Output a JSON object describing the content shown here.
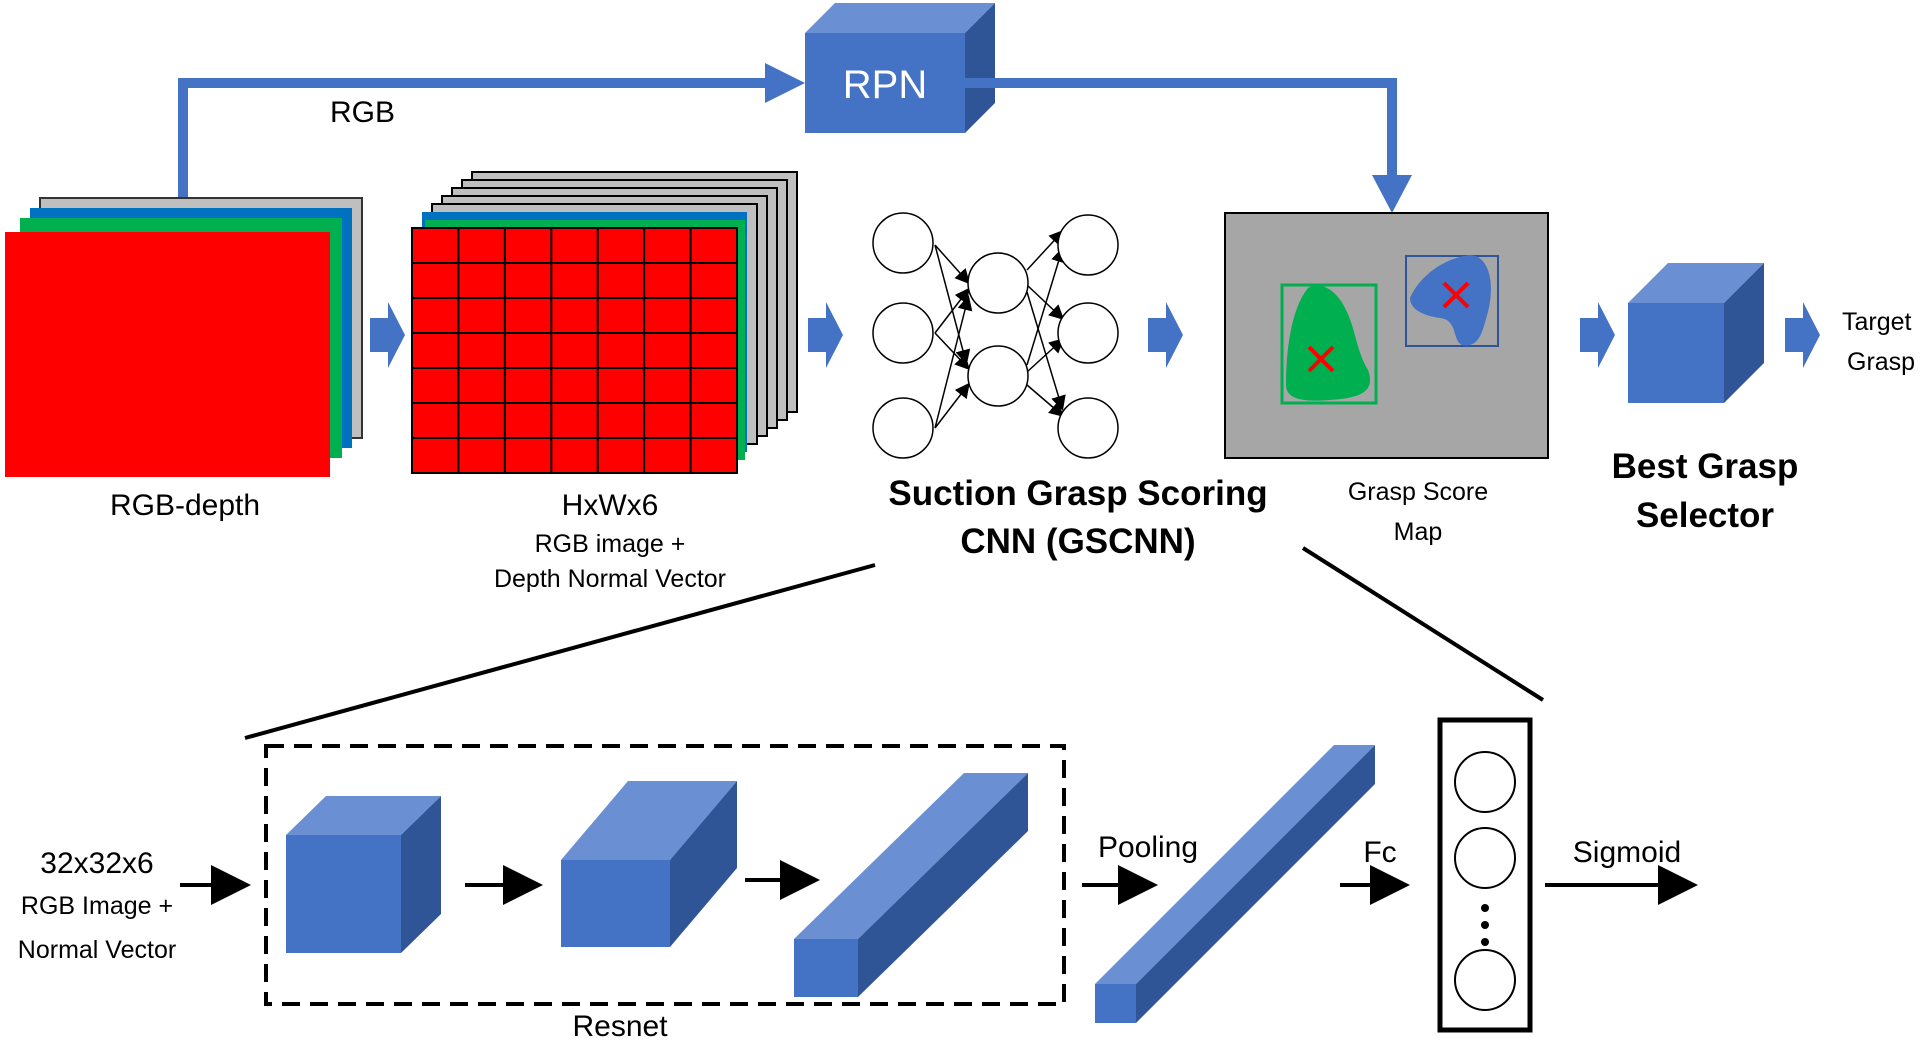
{
  "labels": {
    "rgb_branch": "RGB",
    "rpn": "RPN",
    "rgb_depth": "RGB-depth",
    "hxwx6": "HxWx6",
    "rgb_image_plus": "RGB image +",
    "depth_normal_vector": "Depth Normal Vector",
    "gscnn_line1": "Suction Grasp Scoring",
    "gscnn_line2": "CNN (GSCNN)",
    "grasp_score_line1": "Grasp Score",
    "grasp_score_line2": "Map",
    "best_grasp_line1": "Best Grasp",
    "best_grasp_line2": "Selector",
    "target_line1": "Target",
    "target_line2": "Grasp",
    "input_size": "32x32x6",
    "input_line2": "RGB Image +",
    "input_line3": "Normal Vector",
    "resnet": "Resnet",
    "pooling": "Pooling",
    "fc": "Fc",
    "sigmoid": "Sigmoid"
  },
  "colors": {
    "arrow_blue": "#4472c4",
    "cube_front": "#4472c4",
    "cube_top": "#6b8fd3",
    "cube_side": "#2f5597",
    "red_layer": "#ff0000",
    "green_layer": "#00b050",
    "blue_layer": "#0070c0",
    "gray_layer": "#bfbfbf",
    "score_map_bg": "#a6a6a6"
  }
}
